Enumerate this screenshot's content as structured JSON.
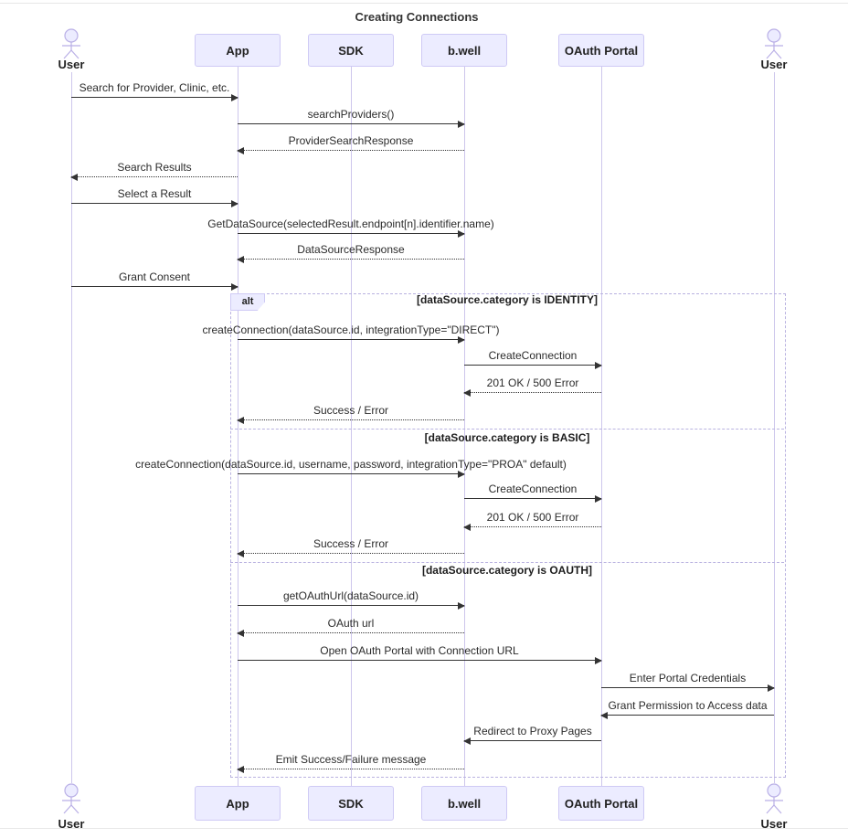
{
  "title": "Creating Connections",
  "diagram": {
    "type": "sequence",
    "actors": [
      {
        "id": "user-left",
        "label": "User",
        "kind": "actor"
      },
      {
        "id": "app",
        "label": "App",
        "kind": "participant"
      },
      {
        "id": "sdk",
        "label": "SDK",
        "kind": "participant"
      },
      {
        "id": "bwell",
        "label": "b.well",
        "kind": "participant"
      },
      {
        "id": "oauth-portal",
        "label": "OAuth Portal",
        "kind": "participant"
      },
      {
        "id": "user-right",
        "label": "User",
        "kind": "actor"
      }
    ],
    "messages": [
      {
        "from": "user-left",
        "to": "app",
        "line": "solid",
        "label": "Search for Provider, Clinic, etc."
      },
      {
        "from": "app",
        "to": "bwell",
        "line": "solid",
        "label": "searchProviders()"
      },
      {
        "from": "bwell",
        "to": "app",
        "line": "dashed",
        "label": "ProviderSearchResponse"
      },
      {
        "from": "app",
        "to": "user-left",
        "line": "dashed",
        "label": "Search Results"
      },
      {
        "from": "user-left",
        "to": "app",
        "line": "solid",
        "label": "Select a Result"
      },
      {
        "from": "app",
        "to": "bwell",
        "line": "solid",
        "label": "GetDataSource(selectedResult.endpoint[n].identifier.name)"
      },
      {
        "from": "bwell",
        "to": "app",
        "line": "dashed",
        "label": "DataSourceResponse"
      },
      {
        "from": "user-left",
        "to": "app",
        "line": "solid",
        "label": "Grant Consent"
      },
      {
        "from": "app",
        "to": "bwell",
        "line": "solid",
        "label": "createConnection(dataSource.id, integrationType=\"DIRECT\")"
      },
      {
        "from": "bwell",
        "to": "oauth-portal",
        "line": "solid",
        "label": "CreateConnection"
      },
      {
        "from": "oauth-portal",
        "to": "bwell",
        "line": "dashed",
        "label": "201 OK / 500 Error"
      },
      {
        "from": "bwell",
        "to": "app",
        "line": "dashed",
        "label": "Success / Error"
      },
      {
        "from": "app",
        "to": "bwell",
        "line": "solid",
        "label": "createConnection(dataSource.id, username, password, integrationType=\"PROA\" default)"
      },
      {
        "from": "bwell",
        "to": "oauth-portal",
        "line": "solid",
        "label": "CreateConnection"
      },
      {
        "from": "oauth-portal",
        "to": "bwell",
        "line": "dashed",
        "label": "201 OK / 500 Error"
      },
      {
        "from": "bwell",
        "to": "app",
        "line": "dashed",
        "label": "Success / Error"
      },
      {
        "from": "app",
        "to": "bwell",
        "line": "solid",
        "label": "getOAuthUrl(dataSource.id)"
      },
      {
        "from": "bwell",
        "to": "app",
        "line": "dashed",
        "label": "OAuth url"
      },
      {
        "from": "app",
        "to": "oauth-portal",
        "line": "solid",
        "label": "Open OAuth Portal with Connection URL"
      },
      {
        "from": "oauth-portal",
        "to": "user-right",
        "line": "solid",
        "label": "Enter Portal Credentials"
      },
      {
        "from": "user-right",
        "to": "oauth-portal",
        "line": "solid",
        "label": "Grant Permission to Access data"
      },
      {
        "from": "oauth-portal",
        "to": "bwell",
        "line": "solid",
        "label": "Redirect to Proxy Pages"
      },
      {
        "from": "bwell",
        "to": "app",
        "line": "dashed",
        "label": "Emit Success/Failure message"
      }
    ],
    "fragment": {
      "operator": "alt",
      "branches": [
        {
          "condition": "[dataSource.category is IDENTITY]"
        },
        {
          "condition": "[dataSource.category is BASIC]"
        },
        {
          "condition": "[dataSource.category is OAUTH]"
        }
      ]
    },
    "colors": {
      "participant_fill": "#ECECFF",
      "participant_border": "#cfcaf5",
      "lifeline": "#cdc6ec",
      "figure_stroke": "#b9afe6",
      "arrow": "#333333",
      "text": "#333333",
      "fragment_border": "#b9b2e0"
    }
  }
}
